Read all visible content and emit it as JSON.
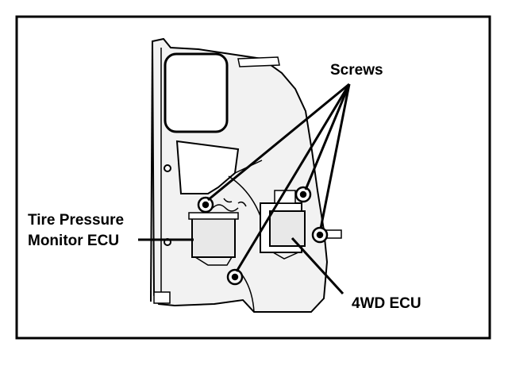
{
  "labels": {
    "screws": "Screws",
    "tpm_line1": "Tire Pressure",
    "tpm_line2": "Monitor ECU",
    "fourwd": "4WD ECU"
  },
  "colors": {
    "ink": "#000000",
    "paper": "#ffffff",
    "module_fill": "#e8e8e8",
    "panel_shade": "#f2f2f2"
  },
  "icons": {
    "screw": "screw-icon"
  }
}
